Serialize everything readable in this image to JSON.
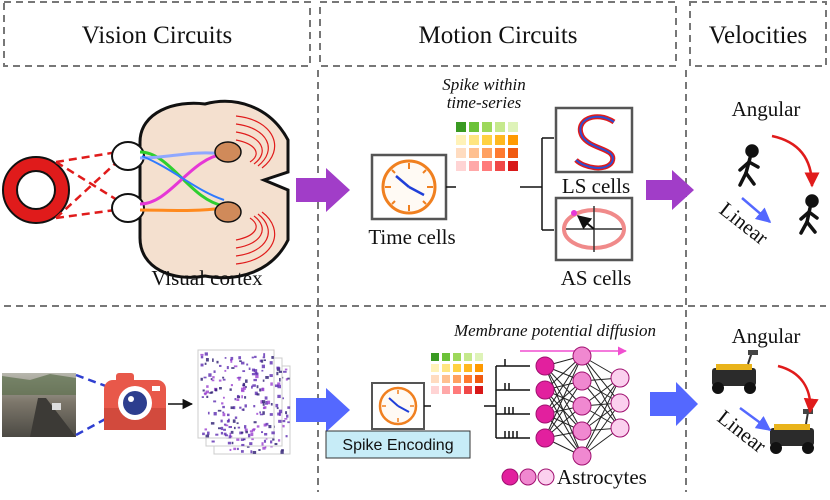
{
  "headers": {
    "vision": "Vision Circuits",
    "motion": "Motion Circuits",
    "velocities": "Velocities"
  },
  "top": {
    "visual_cortex": "Visual cortex",
    "spike_within_line1": "Spike within",
    "spike_within_line2": "time-series",
    "time_cells": "Time cells",
    "ls_cells": "LS cells",
    "as_cells": "AS cells",
    "angular": "Angular",
    "linear": "Linear"
  },
  "bottom": {
    "membrane": "Membrane potential diffusion",
    "spike_encoding": "Spike Encoding",
    "astrocytes": "Astrocytes",
    "angular": "Angular",
    "linear": "Linear"
  },
  "colors": {
    "arrow_purple": "#a13dc8",
    "arrow_blue": "#5468ff",
    "accent_red": "#e01b1b",
    "encode_box": "#c7ecf7",
    "neuron_magenta": "#e2209e"
  }
}
